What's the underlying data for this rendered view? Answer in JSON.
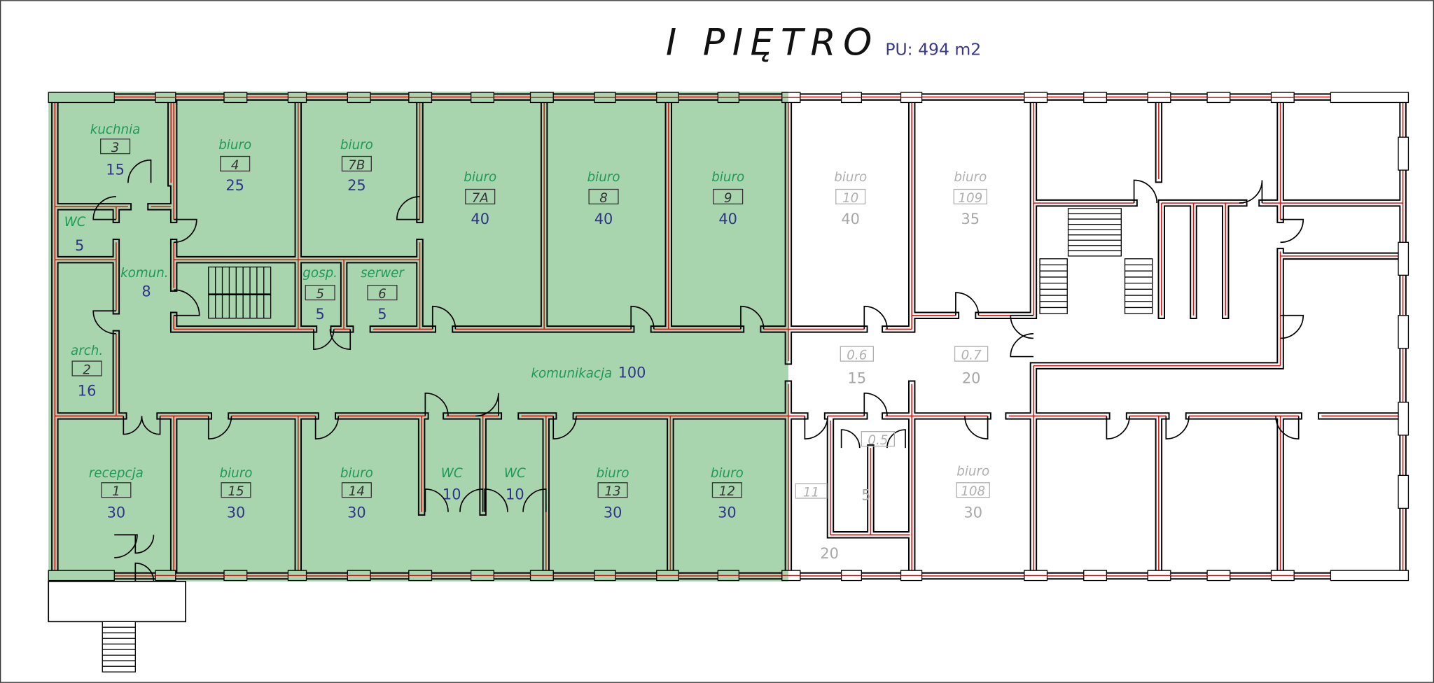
{
  "title": "I PIĘTRO",
  "usable_area": "PU: 494 m2",
  "colors": {
    "leased_area": "#a8d5ae",
    "label_green": "#1f9a55",
    "area_blue": "#2e3488",
    "inactive_grey": "#b0b0b0",
    "wall_axis": "#e01010"
  },
  "rooms_active": [
    {
      "name": "kuchnia",
      "number": "3",
      "area": "15"
    },
    {
      "name": "biuro",
      "number": "4",
      "area": "25"
    },
    {
      "name": "biuro",
      "number": "7B",
      "area": "25"
    },
    {
      "name": "biuro",
      "number": "7A",
      "area": "40"
    },
    {
      "name": "biuro",
      "number": "8",
      "area": "40"
    },
    {
      "name": "biuro",
      "number": "9",
      "area": "40"
    },
    {
      "name": "WC",
      "area": "5"
    },
    {
      "name": "komun.",
      "area": "8"
    },
    {
      "name": "gosp.",
      "number": "5",
      "area": "5"
    },
    {
      "name": "serwer",
      "number": "6",
      "area": "5"
    },
    {
      "name": "arch.",
      "number": "2",
      "area": "16"
    },
    {
      "name": "komunikacja",
      "area": "100"
    },
    {
      "name": "recepcja",
      "number": "1",
      "area": "30"
    },
    {
      "name": "biuro",
      "number": "15",
      "area": "30"
    },
    {
      "name": "biuro",
      "number": "14",
      "area": "30"
    },
    {
      "name": "WC",
      "area": "10"
    },
    {
      "name": "WC",
      "area": "10"
    },
    {
      "name": "biuro",
      "number": "13",
      "area": "30"
    },
    {
      "name": "biuro",
      "number": "12",
      "area": "30"
    }
  ],
  "rooms_inactive": [
    {
      "name": "biuro",
      "number": "10",
      "area": "40"
    },
    {
      "name": "biuro",
      "number": "109",
      "area": "35"
    },
    {
      "number": "0.6",
      "area": "15"
    },
    {
      "number": "0.7",
      "area": "20"
    },
    {
      "number": "0.5",
      "area": "5"
    },
    {
      "number": "11",
      "area": "20"
    },
    {
      "name": "biuro",
      "number": "108",
      "area": "30"
    }
  ]
}
